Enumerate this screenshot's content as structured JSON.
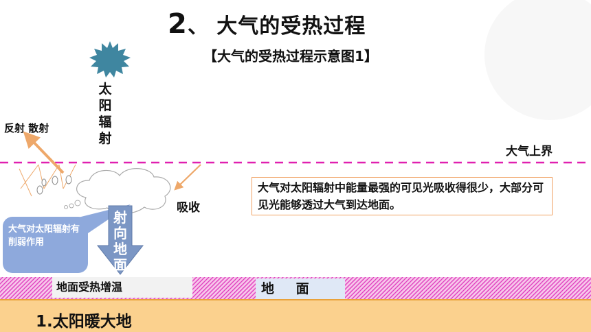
{
  "header": {
    "title_number": "2",
    "title_text": "、 大气的受热过程",
    "subtitle": "【大气的受热过程示意图1】"
  },
  "diagram": {
    "sun_label": "太阳辐射",
    "reflect_label": "反射 散射",
    "atmosphere_boundary_label": "大气上界",
    "absorb_label": "吸收",
    "info_text": "大气对太阳辐射中能量最强的可见光吸收得很少，大部分可见光能够透过大气到达地面。",
    "weaken_note": "大气对太阳辐射有削弱作用",
    "arrow_label": "射向地面",
    "ground_warming_label": "地面受热增温",
    "ground_label": "地　 面"
  },
  "footer": {
    "section_label": "1.太阳暖大地"
  },
  "colors": {
    "sun": "#3f86a0",
    "reflect_arrow": "#eea86a",
    "boundary_line": "#e020b0",
    "ground_hatch": "#e040c0",
    "note_box": "#8ea9dc",
    "down_arrow": "#7b96c4",
    "bottom_band": "#fbd18e"
  }
}
